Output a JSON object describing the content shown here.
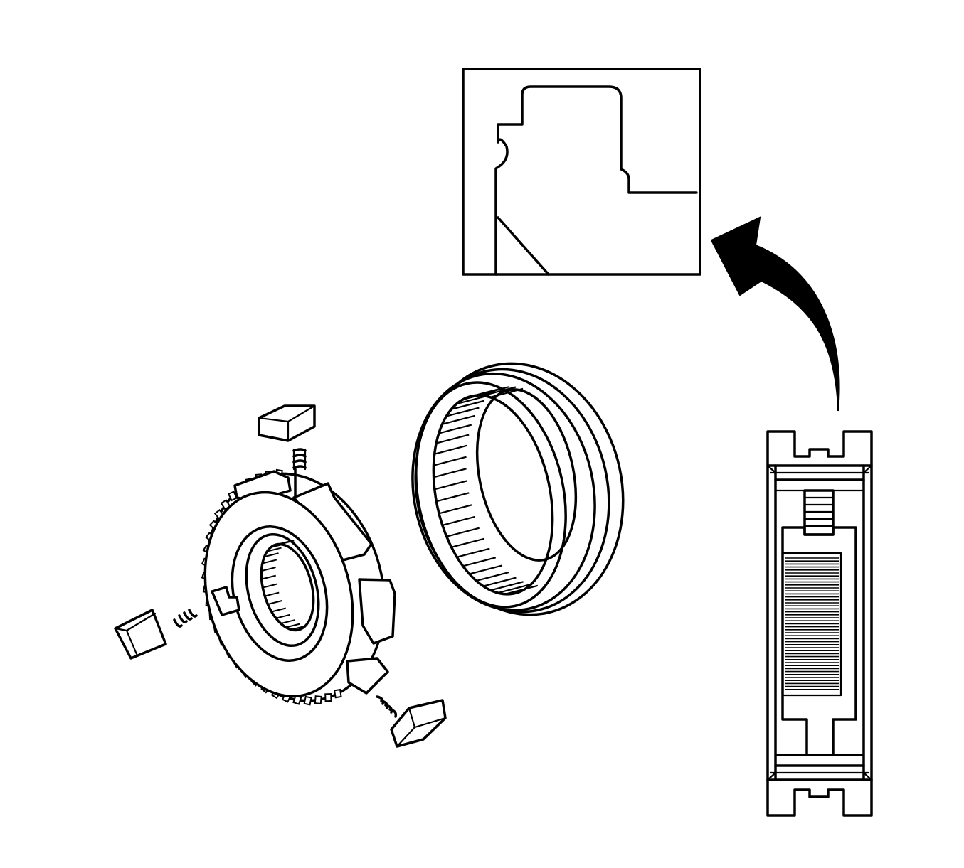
{
  "figure": {
    "kind": "exploded-view line drawing",
    "components": [
      "synchronizer-hub",
      "synchronizer-sleeve",
      "shift-key",
      "key-spring",
      "sleeve-cross-section",
      "detail-inset"
    ],
    "colors": {
      "line": "#000000",
      "background": "#ffffff"
    }
  }
}
